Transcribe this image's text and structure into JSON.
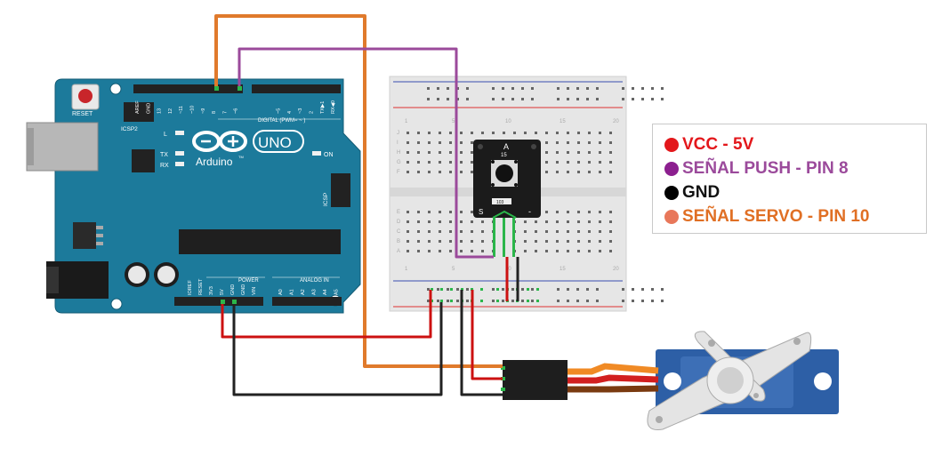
{
  "arduino": {
    "reset_label": "RESET",
    "icsp2_label": "ICSP2",
    "icsp_label": "ICSP",
    "brand_label": "Arduino",
    "tm_label": "TM",
    "model_label": "UNO",
    "led_labels": [
      "L",
      "TX",
      "RX"
    ],
    "on_label": "ON",
    "digital_header_label": "DIGITAL (PWM= ~ )",
    "digital_pin_labels": [
      "AREF",
      "GND",
      "13",
      "12",
      "~11",
      "~10",
      "~9",
      "8",
      "7",
      "~6",
      "~5",
      "4",
      "~3",
      "2",
      "TX▶1",
      "RX◀0"
    ],
    "power_header_label": "POWER",
    "analog_header_label": "ANALOG IN",
    "power_pin_labels": [
      "IOREF",
      "RESET",
      "3V3",
      "5V",
      "GND",
      "GND",
      "VIN"
    ],
    "analog_pin_labels": [
      "A0",
      "A1",
      "A2",
      "A3",
      "A4",
      "A5"
    ]
  },
  "breadboard": {
    "row_letters_top": [
      "J",
      "I",
      "H",
      "G",
      "F"
    ],
    "row_letters_bottom": [
      "E",
      "D",
      "C",
      "B",
      "A"
    ],
    "column_numbers": [
      "1",
      "5",
      "10",
      "15",
      "20"
    ]
  },
  "button_module": {
    "title_label": "A",
    "part_label": "15",
    "pin_labels": [
      "S",
      "-"
    ],
    "resistor_label": "103"
  },
  "legend": {
    "items": [
      {
        "label": "VCC - 5V",
        "color": "#e3171b"
      },
      {
        "label": "SEÑAL PUSH - PIN 8",
        "color": "#8c1f8f"
      },
      {
        "label": "GND",
        "color": "#000000"
      },
      {
        "label": "SEÑAL SERVO - PIN 10",
        "color": "#e8775a",
        "text_color": "#e06f24"
      }
    ]
  },
  "colors": {
    "board": "#1c7a9b",
    "wire_vcc": "#cc1111",
    "wire_gnd": "#222222",
    "wire_push": "#9b4a9b",
    "wire_servo": "#e07a2c",
    "servo_body": "#2d5fa6"
  }
}
